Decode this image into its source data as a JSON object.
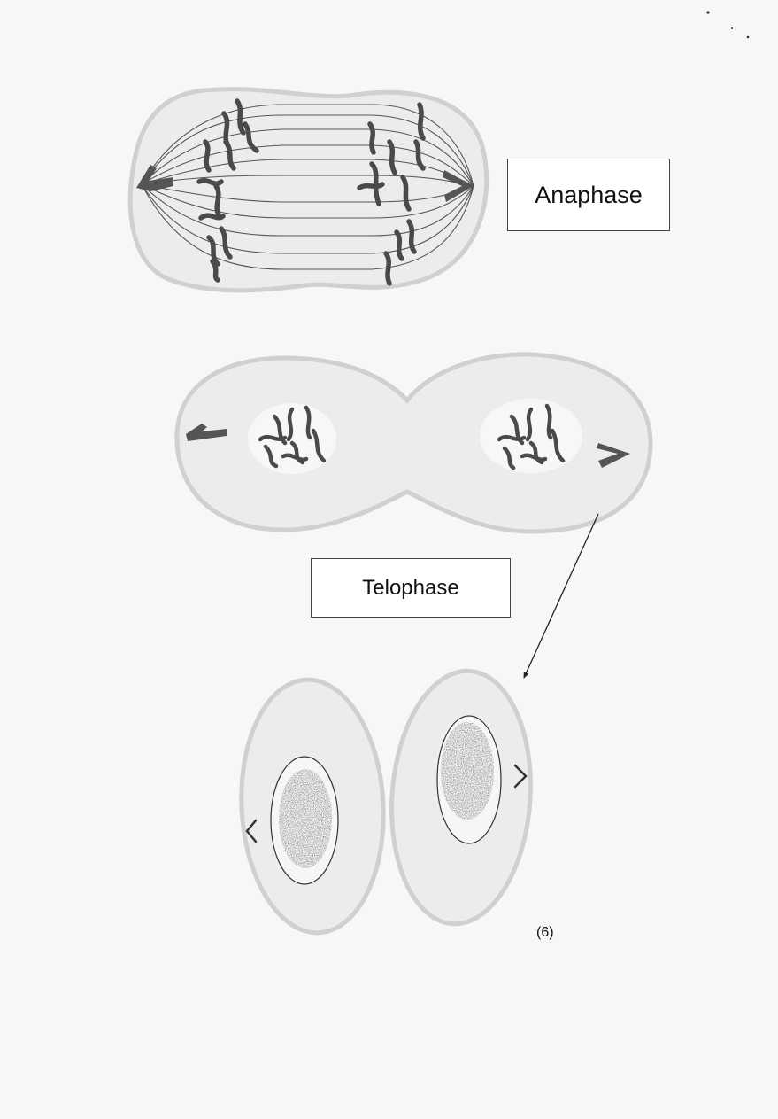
{
  "labels": {
    "anaphase": "Anaphase",
    "telophase": "Telophase",
    "marks": "(6)"
  },
  "colors": {
    "paper": "#f7f7f5",
    "cell_fill": "#ebebeb",
    "cell_outline": "#d0d0d0",
    "chromosome": "#4a4a4a",
    "spindle": "#555555",
    "nucleus_fill": "#fafafa"
  }
}
